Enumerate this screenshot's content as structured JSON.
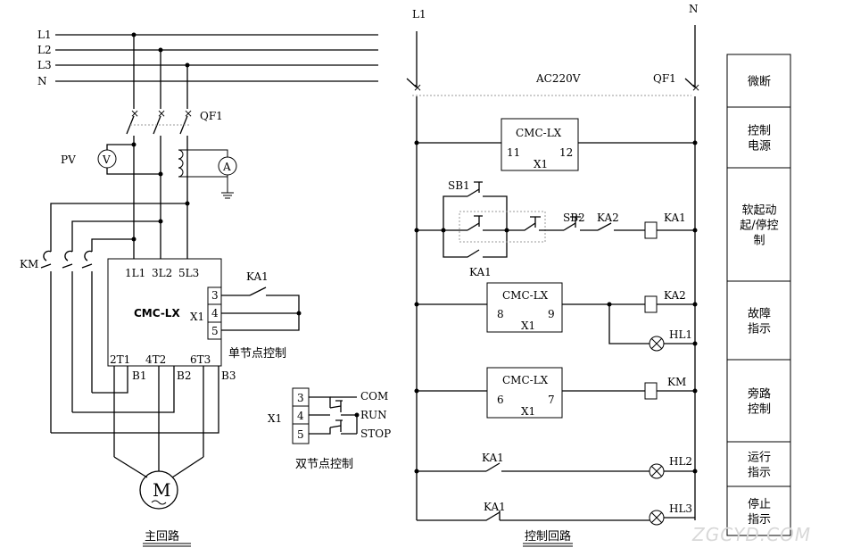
{
  "main_circuit": {
    "phases": [
      "L1",
      "L2",
      "L3",
      "N"
    ],
    "breaker": "QF1",
    "voltmeter_label": "PV",
    "voltmeter_symbol": "V",
    "ammeter_symbol": "A",
    "contactor": "KM",
    "motor_symbol": "M",
    "softstarter": {
      "name": "CMC-LX",
      "inputs": [
        "1L1",
        "3L2",
        "5L3"
      ],
      "outputs": [
        "2T1",
        "4T2",
        "6T3"
      ],
      "bypass": [
        "B1",
        "B2",
        "B3"
      ],
      "terminal_block": "X1",
      "terminals": [
        "3",
        "4",
        "5"
      ]
    },
    "relay_contact": "KA1",
    "single_node_caption": "单节点控制",
    "double_node": {
      "terminal_block": "X1",
      "terminals": [
        "3",
        "4",
        "5"
      ],
      "labels": [
        "COM",
        "RUN",
        "STOP"
      ],
      "caption": "双节点控制"
    },
    "caption": "主回路"
  },
  "control_circuit": {
    "line_label": "L1",
    "neutral_label": "N",
    "supply": "AC220V",
    "breaker": "QF1",
    "rung1": {
      "box": "CMC-LX",
      "left": "11",
      "right": "12",
      "block": "X1"
    },
    "rung2": {
      "sb1": "SB1",
      "sb2": "SB2",
      "ka2": "KA2",
      "coil": "KA1",
      "latch": "KA1"
    },
    "rung3": {
      "box": "CMC-LX",
      "left": "8",
      "right": "9",
      "block": "X1",
      "coil": "KA2",
      "lamp": "HL1"
    },
    "rung4": {
      "box": "CMC-LX",
      "left": "6",
      "right": "7",
      "block": "X1",
      "coil": "KM"
    },
    "rung5": {
      "contact": "KA1",
      "lamp": "HL2"
    },
    "rung6": {
      "contact": "KA1",
      "lamp": "HL3"
    },
    "caption": "控制回路"
  },
  "function_column": [
    "微断",
    "控制\n电源",
    "软起动\n起/停控\n制",
    "故障\n指示",
    "旁路\n控制",
    "运行\n指示",
    "停止\n指示"
  ],
  "watermark": "ZGCYD.COM"
}
